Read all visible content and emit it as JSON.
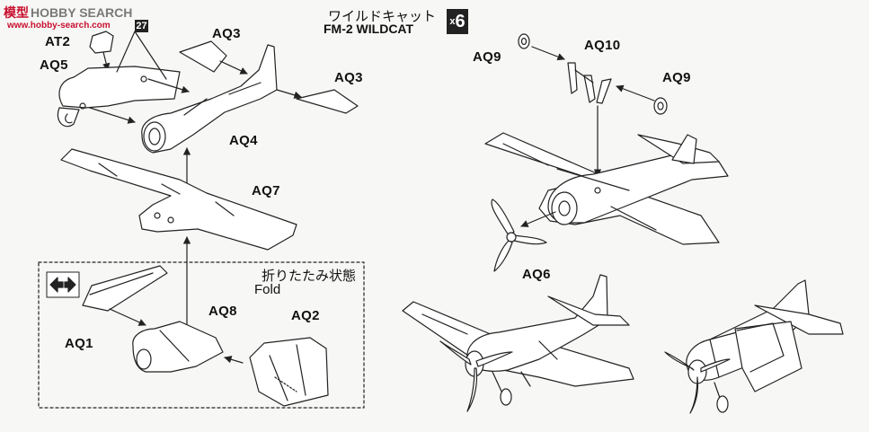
{
  "watermark": {
    "brand_mark": "模型",
    "text": "HOBBY SEARCH",
    "sub": "www.hobby-search.com"
  },
  "title": {
    "jp": "ワイルドキャット",
    "en": "FM-2 WILDCAT",
    "quantity": "6",
    "quantity_prefix": "x"
  },
  "ref_badge": "27",
  "fold_note": {
    "jp": "折りたたみ状態",
    "en": "Fold"
  },
  "part_labels": {
    "at2": "AT2",
    "aq5": "AQ5",
    "aq3_top": "AQ3",
    "aq3_tail": "AQ3",
    "aq4": "AQ4",
    "aq7": "AQ7",
    "aq1": "AQ1",
    "aq8": "AQ8",
    "aq2": "AQ2",
    "aq9_left": "AQ9",
    "aq10": "AQ10",
    "aq9_right": "AQ9",
    "aq6": "AQ6"
  },
  "colors": {
    "line": "#222222",
    "paper": "#f7f7f5",
    "badge": "#222222",
    "brand_red": "#c8102e"
  }
}
